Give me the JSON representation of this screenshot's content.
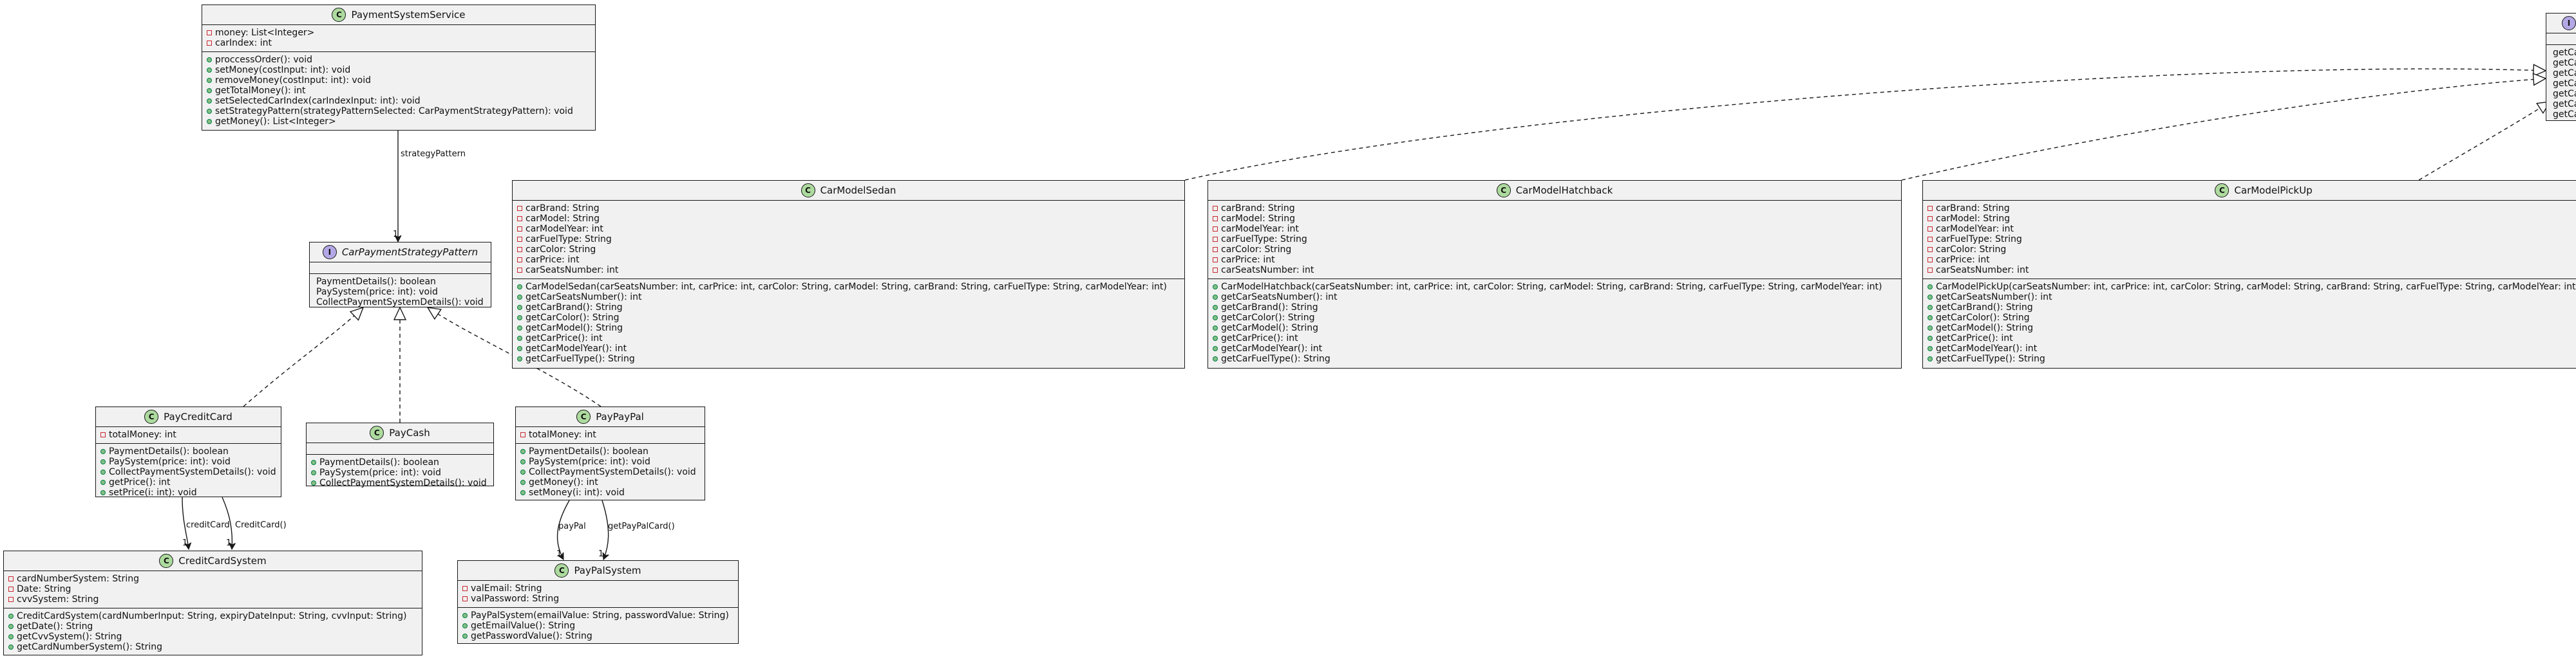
{
  "classes": {
    "payment_system_service": {
      "name": "PaymentSystemService",
      "stereotype": "C",
      "fields": [
        {
          "vis": "private",
          "text": "money: List<Integer>"
        },
        {
          "vis": "private",
          "text": "carIndex: int"
        }
      ],
      "methods": [
        {
          "vis": "public",
          "text": "proccessOrder(): void"
        },
        {
          "vis": "public",
          "text": "setMoney(costInput: int): void"
        },
        {
          "vis": "public",
          "text": "removeMoney(costInput: int): void"
        },
        {
          "vis": "public",
          "text": "getTotalMoney(): int"
        },
        {
          "vis": "public",
          "text": "setSelectedCarIndex(carIndexInput: int): void"
        },
        {
          "vis": "public",
          "text": "setStrategyPattern(strategyPatternSelected: CarPaymentStrategyPattern): void"
        },
        {
          "vis": "public",
          "text": "getMoney(): List<Integer>"
        }
      ]
    },
    "car_payment_strategy_pattern": {
      "name": "CarPaymentStrategyPattern",
      "stereotype": "I",
      "fields": [],
      "methods": [
        {
          "vis": "none",
          "text": "PaymentDetails(): boolean"
        },
        {
          "vis": "none",
          "text": "PaySystem(price: int): void"
        },
        {
          "vis": "none",
          "text": "CollectPaymentSystemDetails(): void"
        }
      ]
    },
    "pay_credit_card": {
      "name": "PayCreditCard",
      "stereotype": "C",
      "fields": [
        {
          "vis": "private",
          "text": "totalMoney: int"
        }
      ],
      "methods": [
        {
          "vis": "public",
          "text": "PaymentDetails(): boolean"
        },
        {
          "vis": "public",
          "text": "PaySystem(price: int): void"
        },
        {
          "vis": "public",
          "text": "CollectPaymentSystemDetails(): void"
        },
        {
          "vis": "public",
          "text": "getPrice(): int"
        },
        {
          "vis": "public",
          "text": "setPrice(i: int): void"
        }
      ]
    },
    "pay_cash": {
      "name": "PayCash",
      "stereotype": "C",
      "fields": [],
      "methods": [
        {
          "vis": "public",
          "text": "PaymentDetails(): boolean"
        },
        {
          "vis": "public",
          "text": "PaySystem(price: int): void"
        },
        {
          "vis": "public",
          "text": "CollectPaymentSystemDetails(): void"
        }
      ]
    },
    "pay_pay_pal": {
      "name": "PayPayPal",
      "stereotype": "C",
      "fields": [
        {
          "vis": "private",
          "text": "totalMoney: int"
        }
      ],
      "methods": [
        {
          "vis": "public",
          "text": "PaymentDetails(): boolean"
        },
        {
          "vis": "public",
          "text": "PaySystem(price: int): void"
        },
        {
          "vis": "public",
          "text": "CollectPaymentSystemDetails(): void"
        },
        {
          "vis": "public",
          "text": "getMoney(): int"
        },
        {
          "vis": "public",
          "text": "setMoney(i: int): void"
        }
      ]
    },
    "credit_card_system": {
      "name": "CreditCardSystem",
      "stereotype": "C",
      "fields": [
        {
          "vis": "private",
          "text": "cardNumberSystem: String"
        },
        {
          "vis": "private",
          "text": "Date: String"
        },
        {
          "vis": "private",
          "text": "cvvSystem: String"
        }
      ],
      "methods": [
        {
          "vis": "public",
          "text": "CreditCardSystem(cardNumberInput: String, expiryDateInput: String, cvvInput: String)"
        },
        {
          "vis": "public",
          "text": "getDate(): String"
        },
        {
          "vis": "public",
          "text": "getCvvSystem(): String"
        },
        {
          "vis": "public",
          "text": "getCardNumberSystem(): String"
        }
      ]
    },
    "pay_pal_system": {
      "name": "PayPalSystem",
      "stereotype": "C",
      "fields": [
        {
          "vis": "private",
          "text": "valEmail: String"
        },
        {
          "vis": "private",
          "text": "valPassword: String"
        }
      ],
      "methods": [
        {
          "vis": "public",
          "text": "PayPalSystem(emailValue: String, passwordValue: String)"
        },
        {
          "vis": "public",
          "text": "getEmailValue(): String"
        },
        {
          "vis": "public",
          "text": "getPasswordValue(): String"
        }
      ]
    },
    "car_model_sedan": {
      "name": "CarModelSedan",
      "stereotype": "C",
      "fields": [
        {
          "vis": "private",
          "text": "carBrand: String"
        },
        {
          "vis": "private",
          "text": "carModel: String"
        },
        {
          "vis": "private",
          "text": "carModelYear: int"
        },
        {
          "vis": "private",
          "text": "carFuelType: String"
        },
        {
          "vis": "private",
          "text": "carColor: String"
        },
        {
          "vis": "private",
          "text": "carPrice: int"
        },
        {
          "vis": "private",
          "text": "carSeatsNumber: int"
        }
      ],
      "methods": [
        {
          "vis": "public",
          "text": "CarModelSedan(carSeatsNumber: int, carPrice: int, carColor: String, carModel: String, carBrand: String, carFuelType: String, carModelYear: int)"
        },
        {
          "vis": "public",
          "text": "getCarSeatsNumber(): int"
        },
        {
          "vis": "public",
          "text": "getCarBrand(): String"
        },
        {
          "vis": "public",
          "text": "getCarColor(): String"
        },
        {
          "vis": "public",
          "text": "getCarModel(): String"
        },
        {
          "vis": "public",
          "text": "getCarPrice(): int"
        },
        {
          "vis": "public",
          "text": "getCarModelYear(): int"
        },
        {
          "vis": "public",
          "text": "getCarFuelType(): String"
        }
      ]
    },
    "car_model_hatchback": {
      "name": "CarModelHatchback",
      "stereotype": "C",
      "fields": [
        {
          "vis": "private",
          "text": "carBrand: String"
        },
        {
          "vis": "private",
          "text": "carModel: String"
        },
        {
          "vis": "private",
          "text": "carModelYear: int"
        },
        {
          "vis": "private",
          "text": "carFuelType: String"
        },
        {
          "vis": "private",
          "text": "carColor: String"
        },
        {
          "vis": "private",
          "text": "carPrice: int"
        },
        {
          "vis": "private",
          "text": "carSeatsNumber: int"
        }
      ],
      "methods": [
        {
          "vis": "public",
          "text": "CarModelHatchback(carSeatsNumber: int, carPrice: int, carColor: String, carModel: String, carBrand: String, carFuelType: String, carModelYear: int)"
        },
        {
          "vis": "public",
          "text": "getCarSeatsNumber(): int"
        },
        {
          "vis": "public",
          "text": "getCarBrand(): String"
        },
        {
          "vis": "public",
          "text": "getCarColor(): String"
        },
        {
          "vis": "public",
          "text": "getCarModel(): String"
        },
        {
          "vis": "public",
          "text": "getCarPrice(): int"
        },
        {
          "vis": "public",
          "text": "getCarModelYear(): int"
        },
        {
          "vis": "public",
          "text": "getCarFuelType(): String"
        }
      ]
    },
    "car_model_pick_up": {
      "name": "CarModelPickUp",
      "stereotype": "C",
      "fields": [
        {
          "vis": "private",
          "text": "carBrand: String"
        },
        {
          "vis": "private",
          "text": "carModel: String"
        },
        {
          "vis": "private",
          "text": "carModelYear: int"
        },
        {
          "vis": "private",
          "text": "carFuelType: String"
        },
        {
          "vis": "private",
          "text": "carColor: String"
        },
        {
          "vis": "private",
          "text": "carPrice: int"
        },
        {
          "vis": "private",
          "text": "carSeatsNumber: int"
        }
      ],
      "methods": [
        {
          "vis": "public",
          "text": "CarModelPickUp(carSeatsNumber: int, carPrice: int, carColor: String, carModel: String, carBrand: String, carFuelType: String, carModelYear: int)"
        },
        {
          "vis": "public",
          "text": "getCarSeatsNumber(): int"
        },
        {
          "vis": "public",
          "text": "getCarBrand(): String"
        },
        {
          "vis": "public",
          "text": "getCarColor(): String"
        },
        {
          "vis": "public",
          "text": "getCarModel(): String"
        },
        {
          "vis": "public",
          "text": "getCarPrice(): int"
        },
        {
          "vis": "public",
          "text": "getCarModelYear(): int"
        },
        {
          "vis": "public",
          "text": "getCarFuelType(): String"
        }
      ]
    },
    "car_interface_partial": {
      "name": "",
      "stereotype": "I",
      "fields": [],
      "methods": [
        {
          "vis": "none",
          "text": "getCa"
        },
        {
          "vis": "none",
          "text": "getCa"
        },
        {
          "vis": "none",
          "text": "getCa"
        },
        {
          "vis": "none",
          "text": "getCa"
        },
        {
          "vis": "none",
          "text": "getCa"
        },
        {
          "vis": "none",
          "text": "getCa"
        },
        {
          "vis": "none",
          "text": "getCa"
        }
      ]
    }
  },
  "edge_labels": {
    "strategy_pattern": "strategyPattern",
    "strategy_pattern_mult": "1",
    "credit_card": "creditCard",
    "credit_card_mult": "1",
    "credit_card_ctor": "CreditCard()",
    "credit_card_ctor_mult": "1",
    "pay_pal": "payPal",
    "pay_pal_mult": "1",
    "get_pay_pal_card": "getPayPalCard()",
    "get_pay_pal_card_mult": "1"
  },
  "colors": {
    "class_fill": "#f1f1f1",
    "class_badge": "#adda9e",
    "interface_badge": "#b4a7e5",
    "private_marker": "#c82930",
    "public_marker": "#038048",
    "line": "#181818"
  }
}
